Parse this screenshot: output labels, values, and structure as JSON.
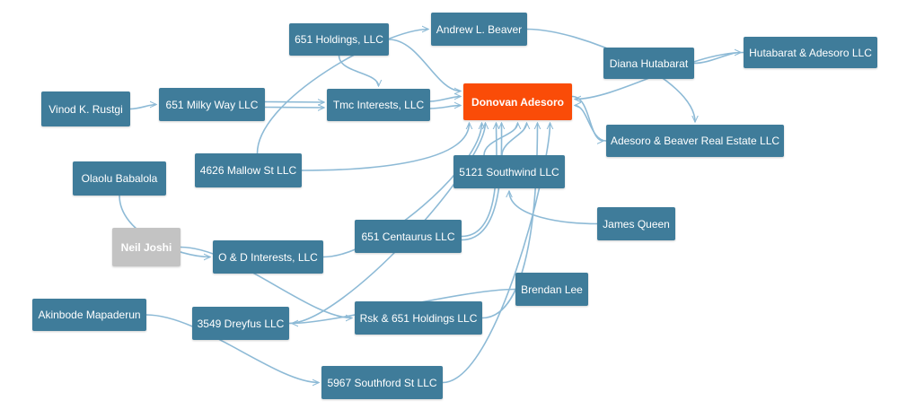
{
  "colors": {
    "node": "#3f7c9a",
    "focus_node": "#fa4c08",
    "muted_node": "#c3c3c3",
    "edge": "#8dbad6",
    "node_text": "#ffffff"
  },
  "nodes": [
    {
      "id": "donovan",
      "label": "Donovan Adesoro",
      "kind": "focus"
    },
    {
      "id": "andrew",
      "label": "Andrew L. Beaver",
      "kind": "normal"
    },
    {
      "id": "h651",
      "label": "651 Holdings, LLC",
      "kind": "normal"
    },
    {
      "id": "diana",
      "label": "Diana Hutabarat",
      "kind": "normal"
    },
    {
      "id": "hutabarat",
      "label": "Hutabarat & Adesoro LLC",
      "kind": "normal"
    },
    {
      "id": "vinod",
      "label": "Vinod K. Rustgi",
      "kind": "normal"
    },
    {
      "id": "milky",
      "label": "651 Milky Way LLC",
      "kind": "normal"
    },
    {
      "id": "tmc",
      "label": "Tmc Interests, LLC",
      "kind": "normal"
    },
    {
      "id": "adesorobeaver",
      "label": "Adesoro & Beaver Real Estate LLC",
      "kind": "normal"
    },
    {
      "id": "olaolu",
      "label": "Olaolu Babalola",
      "kind": "normal"
    },
    {
      "id": "mallow",
      "label": "4626 Mallow St LLC",
      "kind": "normal"
    },
    {
      "id": "southwind",
      "label": "5121 Southwind LLC",
      "kind": "normal"
    },
    {
      "id": "james",
      "label": "James Queen",
      "kind": "normal"
    },
    {
      "id": "neil",
      "label": "Neil Joshi",
      "kind": "muted"
    },
    {
      "id": "od",
      "label": "O & D Interests, LLC",
      "kind": "normal"
    },
    {
      "id": "centaurus",
      "label": "651 Centaurus LLC",
      "kind": "normal"
    },
    {
      "id": "brendan",
      "label": "Brendan Lee",
      "kind": "normal"
    },
    {
      "id": "akinbode",
      "label": "Akinbode Mapaderun",
      "kind": "normal"
    },
    {
      "id": "dreyfus",
      "label": "3549 Dreyfus LLC",
      "kind": "normal"
    },
    {
      "id": "rsk",
      "label": "Rsk & 651 Holdings LLC",
      "kind": "normal"
    },
    {
      "id": "southford",
      "label": "5967 Southford St LLC",
      "kind": "normal"
    }
  ],
  "edges": [
    [
      "vinod",
      "milky"
    ],
    [
      "milky",
      "tmc"
    ],
    [
      "milky",
      "tmc"
    ],
    [
      "tmc",
      "donovan"
    ],
    [
      "tmc",
      "donovan"
    ],
    [
      "h651",
      "donovan"
    ],
    [
      "h651",
      "tmc"
    ],
    [
      "mallow",
      "andrew"
    ],
    [
      "mallow",
      "donovan"
    ],
    [
      "andrew",
      "adesorobeaver"
    ],
    [
      "diana",
      "hutabarat"
    ],
    [
      "hutabarat",
      "donovan"
    ],
    [
      "adesorobeaver",
      "donovan"
    ],
    [
      "donovan",
      "adesorobeaver"
    ],
    [
      "olaolu",
      "od"
    ],
    [
      "neil",
      "rsk"
    ],
    [
      "od",
      "donovan"
    ],
    [
      "dreyfus",
      "donovan"
    ],
    [
      "centaurus",
      "donovan"
    ],
    [
      "centaurus",
      "donovan"
    ],
    [
      "southwind",
      "donovan"
    ],
    [
      "southwind",
      "donovan"
    ],
    [
      "james",
      "southwind"
    ],
    [
      "brendan",
      "dreyfus"
    ],
    [
      "rsk",
      "donovan"
    ],
    [
      "akinbode",
      "southford"
    ],
    [
      "southford",
      "donovan"
    ]
  ]
}
